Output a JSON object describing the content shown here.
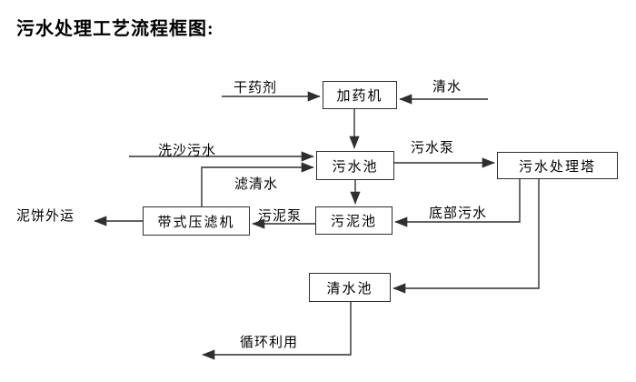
{
  "title": "污水处理工艺流程框图:",
  "colors": {
    "background": "#ffffff",
    "line": "#2f2f2f",
    "text": "#000000"
  },
  "nodes": {
    "dosing_machine": {
      "label": "加药机"
    },
    "sewage_pool": {
      "label": "污水池"
    },
    "treatment_tower": {
      "label": "污水处理塔"
    },
    "sludge_pool": {
      "label": "污泥池"
    },
    "belt_filter_press": {
      "label": "带式压滤机"
    },
    "clean_water_pool": {
      "label": "清水池"
    }
  },
  "edge_labels": {
    "dry_agent": {
      "label": "干药剂"
    },
    "clean_water_in": {
      "label": "清水"
    },
    "sand_washing_sewage": {
      "label": "洗沙污水"
    },
    "sewage_pump": {
      "label": "污水泵"
    },
    "filtered_water": {
      "label": "滤清水"
    },
    "sludge_pump": {
      "label": "污泥泵"
    },
    "bottom_sewage": {
      "label": "底部污水"
    },
    "mud_cake_out": {
      "label": "泥饼外运"
    },
    "recycling": {
      "label": "循环利用"
    }
  },
  "connections": [
    {
      "from": "干药剂(外部)",
      "to": "加药机",
      "label": "干药剂"
    },
    {
      "from": "清水(外部)",
      "to": "加药机",
      "label": "清水"
    },
    {
      "from": "加药机",
      "to": "污水池",
      "label": ""
    },
    {
      "from": "洗沙污水(外部)",
      "to": "污水池",
      "label": "洗沙污水"
    },
    {
      "from": "带式压滤机",
      "to": "污水池",
      "label": "滤清水"
    },
    {
      "from": "污水池",
      "to": "污水处理塔",
      "label": "污水泵"
    },
    {
      "from": "污水池",
      "to": "污泥池",
      "label": ""
    },
    {
      "from": "污水处理塔",
      "to": "污泥池",
      "label": "底部污水"
    },
    {
      "from": "污泥池",
      "to": "带式压滤机",
      "label": "污泥泵"
    },
    {
      "from": "带式压滤机",
      "to": "外部",
      "label": "泥饼外运"
    },
    {
      "from": "污水处理塔",
      "to": "清水池",
      "label": ""
    },
    {
      "from": "清水池",
      "to": "外部",
      "label": "循环利用"
    }
  ]
}
